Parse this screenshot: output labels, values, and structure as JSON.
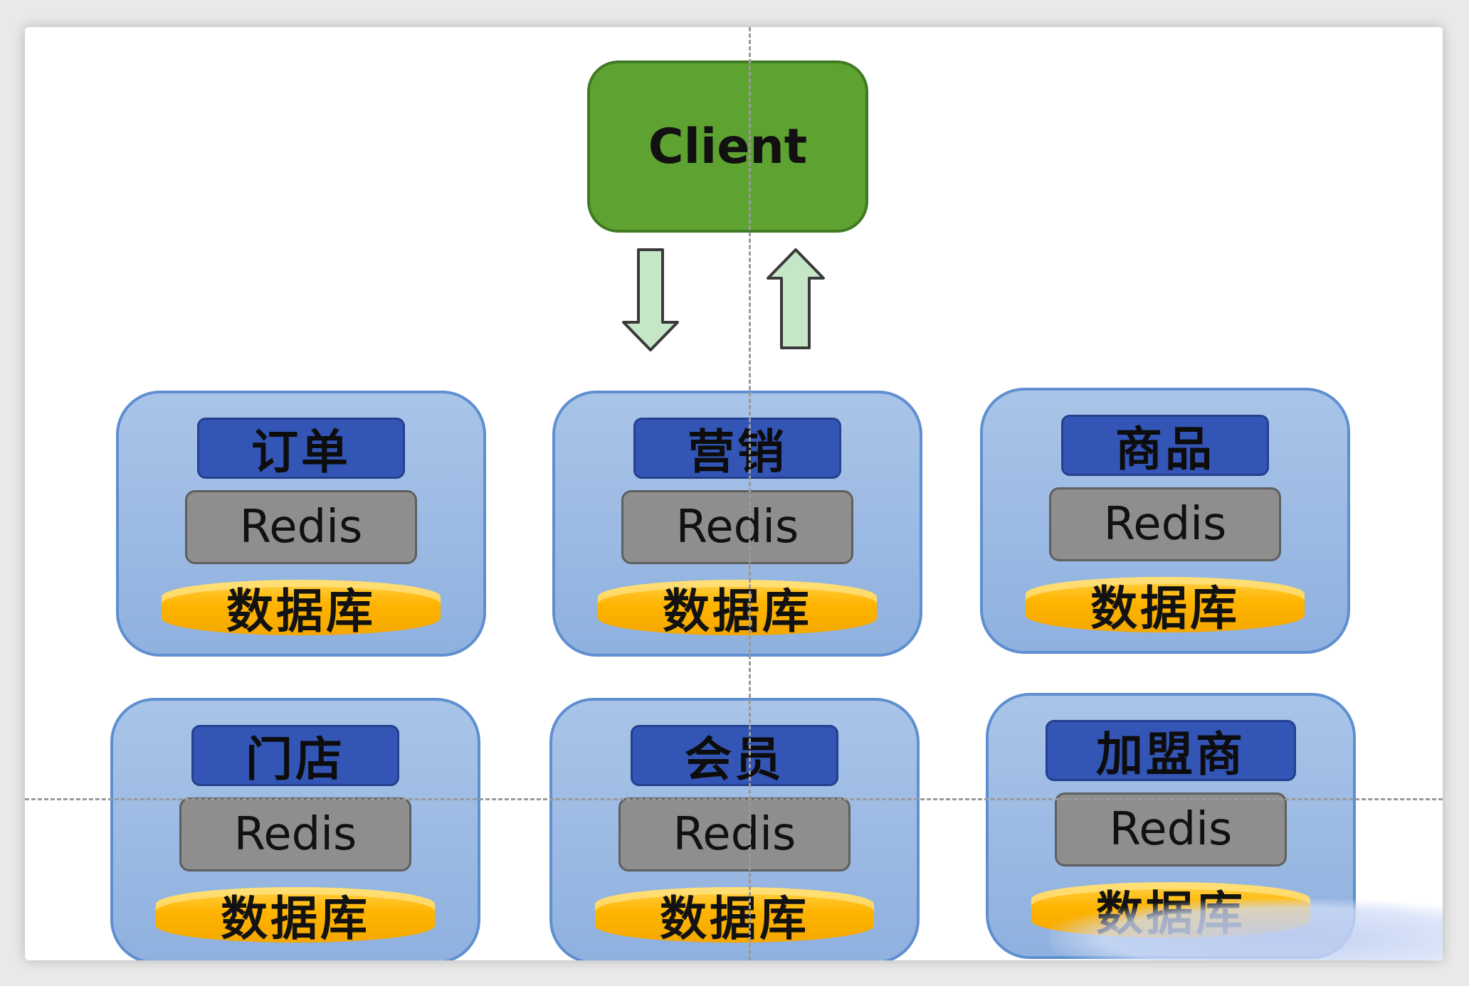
{
  "client": {
    "label": "Client"
  },
  "services": [
    {
      "name": "订单",
      "cache": "Redis",
      "db": "数据库"
    },
    {
      "name": "营销",
      "cache": "Redis",
      "db": "数据库"
    },
    {
      "name": "商品",
      "cache": "Redis",
      "db": "数据库"
    },
    {
      "name": "门店",
      "cache": "Redis",
      "db": "数据库"
    },
    {
      "name": "会员",
      "cache": "Redis",
      "db": "数据库"
    },
    {
      "name": "加盟商",
      "cache": "Redis",
      "db": "数据库"
    }
  ],
  "colors": {
    "client_fill": "#5ea232",
    "service_fill": "#a9c4e8",
    "service_label": "#3355b5",
    "redis_fill": "#8e8e8e",
    "db_fill": "#ffb400",
    "arrow_fill": "#c6e6c8"
  }
}
